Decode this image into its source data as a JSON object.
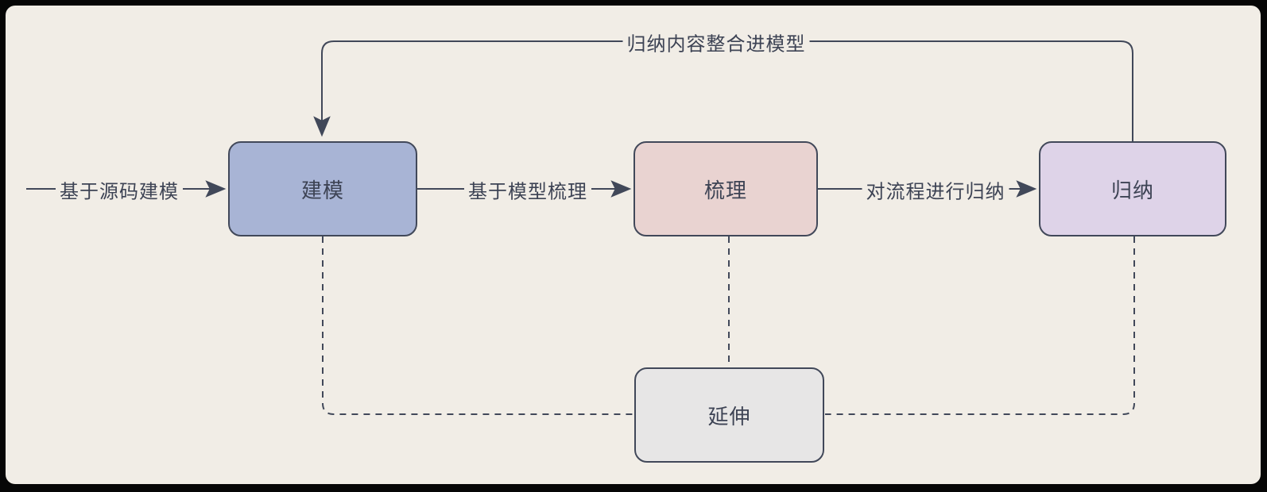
{
  "canvas": {
    "background_color": "#f1ede6",
    "frame_color": "#060606",
    "stroke_color": "#414859",
    "text_color": "#3d4354"
  },
  "diagram": {
    "nodes": [
      {
        "id": "modeling",
        "label": "建模",
        "fill": "#a8b4d5"
      },
      {
        "id": "combing",
        "label": "梳理",
        "fill": "#e9d3d1"
      },
      {
        "id": "induction",
        "label": "归纳",
        "fill": "#ded3e8"
      },
      {
        "id": "extension",
        "label": "延伸",
        "fill": "#e7e6e6"
      }
    ],
    "edges": [
      {
        "id": "input-to-modeling",
        "label": "基于源码建模",
        "type": "solid-arrow",
        "to": "modeling"
      },
      {
        "id": "modeling-to-combing",
        "label": "基于模型梳理",
        "type": "solid-arrow",
        "from": "modeling",
        "to": "combing"
      },
      {
        "id": "combing-to-induction",
        "label": "对流程进行归纳",
        "type": "solid-arrow",
        "from": "combing",
        "to": "induction"
      },
      {
        "id": "induction-to-modeling",
        "label": "归纳内容整合进模型",
        "type": "solid-arrow",
        "from": "induction",
        "to": "modeling"
      },
      {
        "id": "modeling-to-extension",
        "type": "dashed",
        "from": "modeling",
        "to": "extension"
      },
      {
        "id": "combing-to-extension",
        "type": "dashed",
        "from": "combing",
        "to": "extension"
      },
      {
        "id": "induction-to-extension",
        "type": "dashed",
        "from": "induction",
        "to": "extension"
      }
    ]
  }
}
